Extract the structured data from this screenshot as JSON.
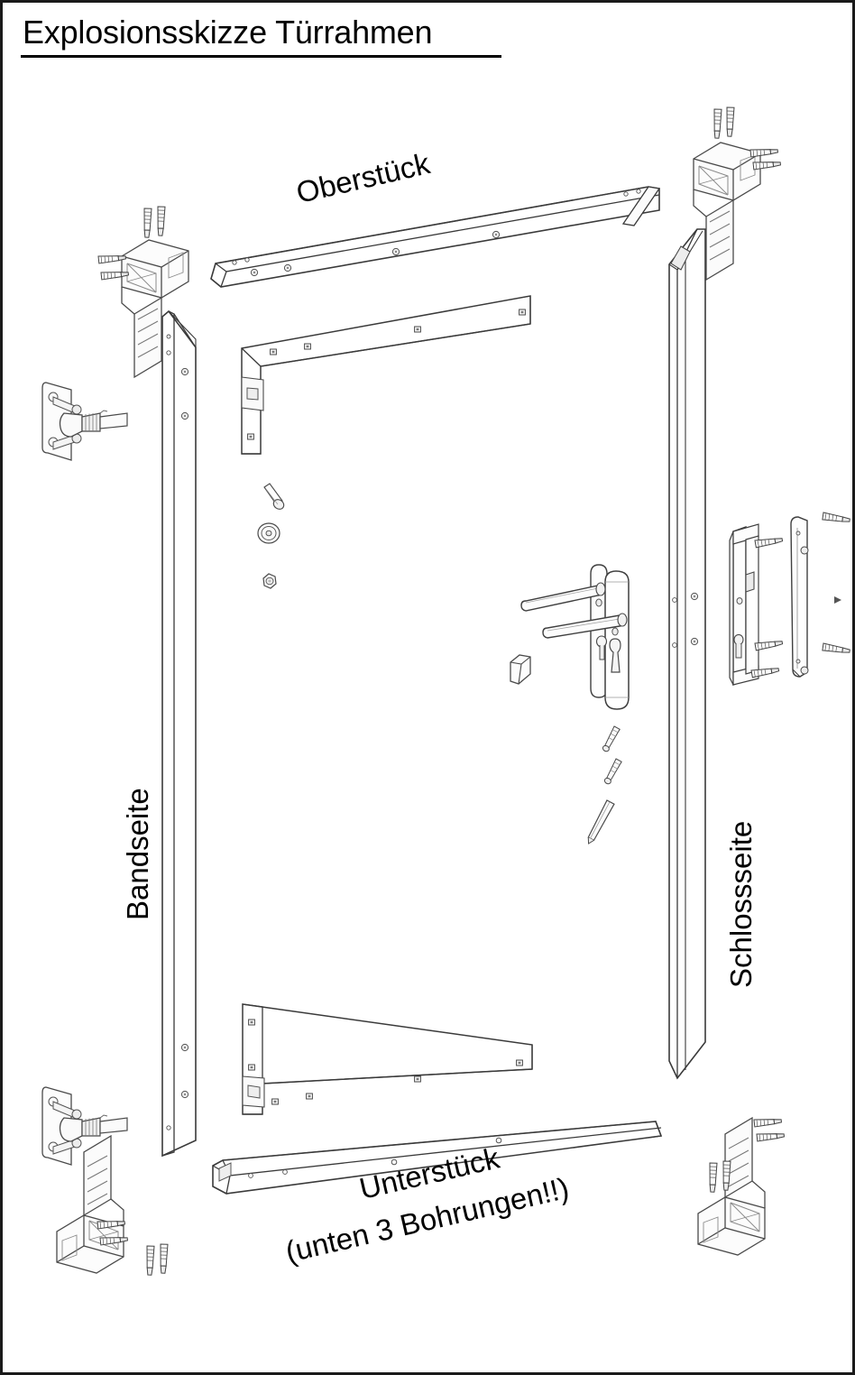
{
  "document": {
    "title": "Explosionsskizze Türrahmen",
    "title_underlined": true,
    "language": "de",
    "drawing_type": "exploded assembly sketch",
    "subject": "Türrahmen (door frame)",
    "line_color": "#333333",
    "text_color": "#000000",
    "background_color": "#ffffff",
    "border_color": "#1a1a1a"
  },
  "labels": {
    "top_rail": "Oberstück",
    "bottom_rail": "Unterstück",
    "bottom_note": "(unten 3 Bohrungen!!)",
    "hinge_side": "Bandseite",
    "lock_side": "Schlossseite"
  },
  "parts": [
    {
      "id": "top-rail",
      "name": "Oberstück",
      "label": "Oberstück",
      "count": 1,
      "holes": 6
    },
    {
      "id": "bottom-rail",
      "name": "Unterstück",
      "label": "Unterstück",
      "count": 1,
      "holes": 5,
      "note": "(unten 3 Bohrungen!!)"
    },
    {
      "id": "left-post",
      "name": "Bandseite Pfosten",
      "label": "Bandseite",
      "count": 1,
      "holes": 6
    },
    {
      "id": "right-post",
      "name": "Schlossseite Pfosten",
      "label": "Schlossseite",
      "count": 1,
      "holes": 3
    },
    {
      "id": "corner-connector-top-left",
      "name": "Eckverbinder oben links",
      "count": 1,
      "screws": 4
    },
    {
      "id": "corner-connector-top-right",
      "name": "Eckverbinder oben rechts",
      "count": 1,
      "screws": 4
    },
    {
      "id": "corner-connector-bottom-left",
      "name": "Eckverbinder unten links",
      "count": 1,
      "screws": 4
    },
    {
      "id": "corner-connector-bottom-right",
      "name": "Eckverbinder unten rechts",
      "count": 1,
      "screws": 4
    },
    {
      "id": "hinge-upper",
      "name": "Band oben",
      "count": 1
    },
    {
      "id": "hinge-lower",
      "name": "Band unten",
      "count": 1
    },
    {
      "id": "angle-bracket-top",
      "name": "Winkelverstärkung oben",
      "count": 1,
      "holes": 6
    },
    {
      "id": "angle-bracket-bottom",
      "name": "Winkelverstärkung unten",
      "count": 1,
      "holes": 6
    },
    {
      "id": "handle-set",
      "name": "Drückergarnitur",
      "count": 1
    },
    {
      "id": "mortise-lock",
      "name": "Einsteckschloss",
      "count": 1
    },
    {
      "id": "strike-plate",
      "name": "Schließblech",
      "count": 1
    },
    {
      "id": "bolt",
      "name": "Schraube",
      "count": 1
    },
    {
      "id": "washer",
      "name": "Unterlegscheibe",
      "count": 1
    },
    {
      "id": "nut",
      "name": "Mutter",
      "count": 1
    },
    {
      "id": "spindle",
      "name": "Vierkantstift",
      "count": 1
    },
    {
      "id": "screws-handle",
      "name": "Befestigungsschrauben",
      "count": 2
    }
  ]
}
